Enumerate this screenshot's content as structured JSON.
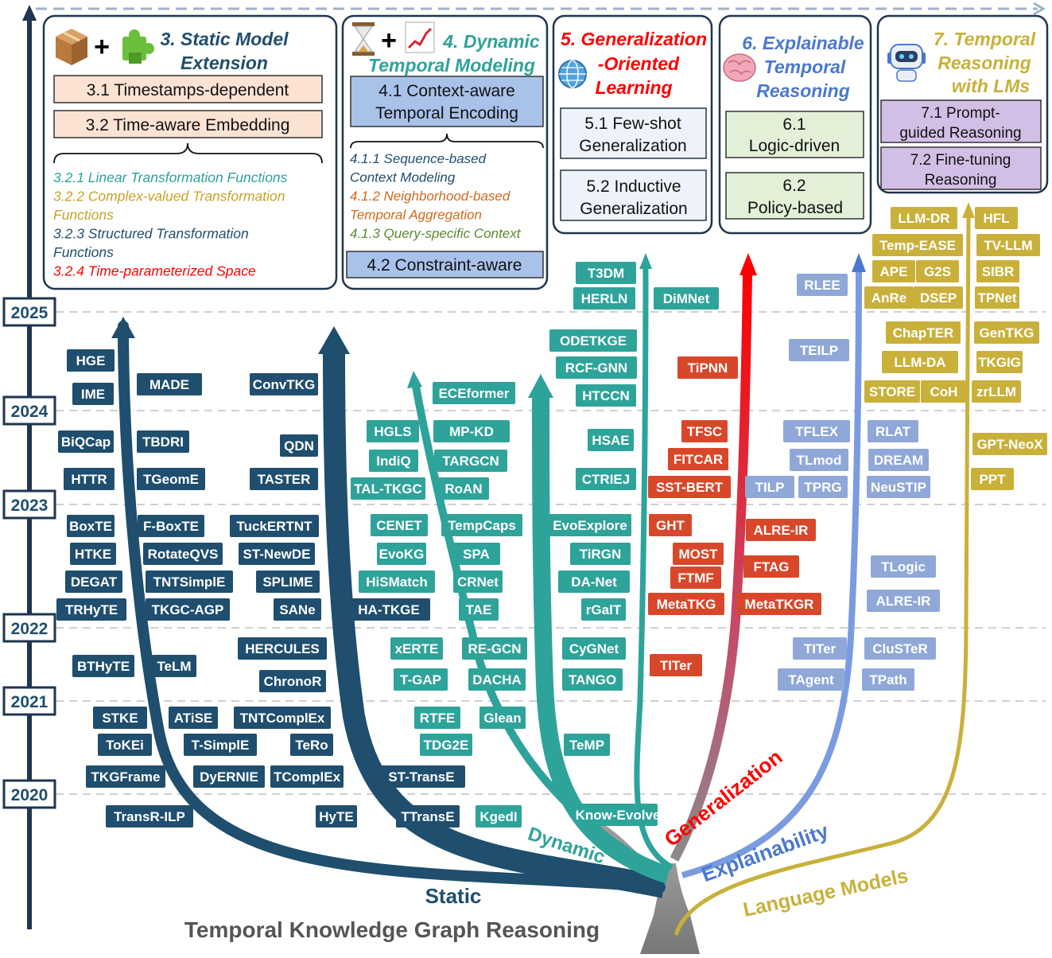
{
  "title": "Temporal Knowledge Graph Reasoning",
  "years": [
    "2025",
    "2024",
    "2023",
    "2022",
    "2021",
    "2020"
  ],
  "colors": {
    "static": "#1f4e6e",
    "dynamic": "#2ea39a",
    "generalization": "#d9472b",
    "explainability": "#8fa8d8",
    "language_models": "#c9b03a",
    "gen_arrow": "#ff0000"
  },
  "branches": {
    "static": "Static",
    "dynamic": "Dynamic",
    "generalization": "Generalization",
    "explainability": "Explainability",
    "language_models": "Language Models"
  },
  "sections": {
    "s3": {
      "icons": [
        "package-icon",
        "puzzle-icon"
      ],
      "title_l1": "3. Static Model",
      "title_l2": "Extension",
      "item1": "3.1 Timestamps-dependent",
      "item2": "3.2 Time-aware Embedding",
      "subs": [
        {
          "l1": "3.2.1 Linear Transformation Functions",
          "l2": "",
          "color": "#2ea39a"
        },
        {
          "l1": "3.2.2 Complex-valued Transformation",
          "l2": "Functions",
          "color": "#c9a227"
        },
        {
          "l1": "3.2.3 Structured Transformation",
          "l2": "Functions",
          "color": "#1f4e6e"
        },
        {
          "l1": "3.2.4 Time-parameterized Space",
          "l2": "",
          "color": "#ff0000"
        }
      ]
    },
    "s4": {
      "icons": [
        "hourglass-icon",
        "trend-chart-icon"
      ],
      "title_l1": "4. Dynamic",
      "title_l2": "Temporal Modeling",
      "item1_l1": "4.1 Context-aware",
      "item1_l2": "Temporal Encoding",
      "subs": [
        {
          "l1": "4.1.1 Sequence-based",
          "l2": "Context Modeling",
          "color": "#1f4e6e"
        },
        {
          "l1": "4.1.2 Neighborhood-based",
          "l2": "Temporal Aggregation",
          "color": "#d2691e"
        },
        {
          "l1": "4.1.3 Query-specific Context",
          "l2": "",
          "color": "#5a8a2e"
        }
      ],
      "item2": "4.2 Constraint-aware"
    },
    "s5": {
      "icon": "globe-icon",
      "title_l1": "5. Generalization",
      "title_l2": "-Oriented",
      "title_l3": "Learning",
      "item1_l1": "5.1 Few-shot",
      "item1_l2": "Generalization",
      "item2_l1": "5.2 Inductive",
      "item2_l2": "Generalization"
    },
    "s6": {
      "icon": "brain-icon",
      "title_l1": "6. Explainable",
      "title_l2": "Temporal",
      "title_l3": "Reasoning",
      "item1_l1": "6.1",
      "item1_l2": "Logic-driven",
      "item2_l1": "6.2",
      "item2_l2": "Policy-based"
    },
    "s7": {
      "icon": "robot-icon",
      "title_l1": "7. Temporal",
      "title_l2": "Reasoning",
      "title_l3": "with LMs",
      "item1_l1": "7.1 Prompt-",
      "item1_l2": "guided Reasoning",
      "item2_l1": "7.2 Fine-tuning",
      "item2_l2": "Reasoning"
    }
  },
  "models": {
    "static": [
      "HGE",
      "IME",
      "MADE",
      "ConvTKG",
      "BiQCap",
      "TBDRI",
      "QDN",
      "HTTR",
      "TGeomE",
      "TASTER",
      "BoxTE",
      "F-BoxTE",
      "TuckERTNT",
      "HTKE",
      "RotateQVS",
      "ST-NewDE",
      "DEGAT",
      "TNTSimplE",
      "SPLIME",
      "TRHyTE",
      "TKGC-AGP",
      "SANe",
      "HERCULES",
      "BTHyTE",
      "TeLM",
      "ChronoR",
      "STKE",
      "ATiSE",
      "TNTComplEx",
      "ToKEi",
      "T-SimplE",
      "TeRo",
      "TKGFrame",
      "DyERNIE",
      "TComplEx",
      "TransR-ILP",
      "HyTE",
      "TTransE",
      "ST-TransE",
      "HA-TKGE"
    ],
    "dynamic": [
      "ECEformer",
      "HGLS",
      "MP-KD",
      "IndiQ",
      "TARGCN",
      "TAL-TKGC",
      "RoAN",
      "CENET",
      "TempCaps",
      "EvoKG",
      "SPA",
      "HiSMatch",
      "CRNet",
      "TAE",
      "xERTE",
      "RE-GCN",
      "T-GAP",
      "DACHA",
      "RTFE",
      "Glean",
      "TDG2E",
      "KgedI",
      "T3DM",
      "HERLN",
      "DiMNet",
      "ODETKGE",
      "RCF-GNN",
      "HTCCN",
      "HSAE",
      "CTRIEJ",
      "EvoExplore",
      "TiRGN",
      "DA-Net",
      "rGalT",
      "CyGNet",
      "TANGO",
      "TeMP",
      "Know-Evolve"
    ],
    "generalization": [
      "TiPNN",
      "TFSC",
      "FITCAR",
      "SST-BERT",
      "GHT",
      "ALRE-IR",
      "MOST",
      "FTMF",
      "FTAG",
      "MetaTKG",
      "MetaTKGR",
      "TITer"
    ],
    "explainability": [
      "RLEE",
      "TEILP",
      "TFLEX",
      "RLAT",
      "TLmod",
      "DREAM",
      "TILP",
      "TPRG",
      "NeuSTIP",
      "TLogic",
      "ALRE-IR",
      "TITer",
      "CluSTeR",
      "TAgent",
      "TPath"
    ],
    "language_models": [
      "LLM-DR",
      "HFL",
      "Temp-EASE",
      "TV-LLM",
      "APE",
      "G2S",
      "SIBR",
      "AnRe",
      "DSEP",
      "TPNet",
      "ChapTER",
      "GenTKG",
      "LLM-DA",
      "TKGIG",
      "STORE",
      "CoH",
      "zrLLM",
      "GPT-NeoX",
      "PPT"
    ]
  }
}
